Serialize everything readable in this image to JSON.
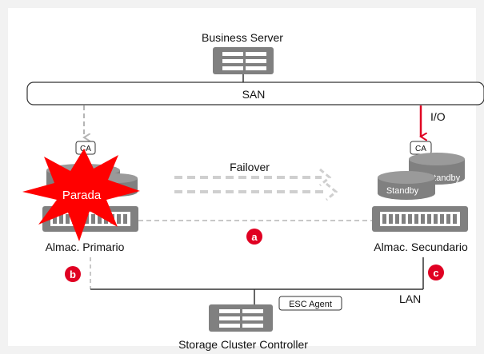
{
  "business_server": {
    "label": "Business Server"
  },
  "san": {
    "label": "SAN"
  },
  "io": {
    "label": "I/O"
  },
  "primary": {
    "label": "Almac. Primario",
    "ca_label": "CA",
    "status_label": "Parada",
    "marker": "b"
  },
  "secondary": {
    "label": "Almac. Secundario",
    "ca_label": "CA",
    "volume_labels": [
      "Standby",
      "Standby"
    ],
    "marker": "c"
  },
  "failover": {
    "label": "Failover"
  },
  "link_marker": "a",
  "lan": {
    "label": "LAN"
  },
  "controller": {
    "label": "Storage Cluster Controller",
    "agent_label": "ESC Agent"
  },
  "colors": {
    "device": "#808080",
    "accent_red": "#e00022",
    "burst_red": "#ff0000",
    "dashed_gray": "#b5b5b5",
    "failover_arrow": "#cfcfcf"
  }
}
